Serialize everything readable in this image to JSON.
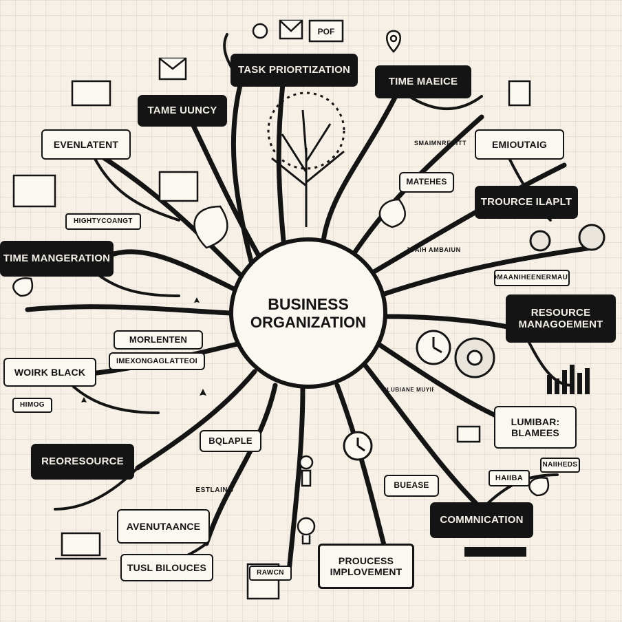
{
  "center": {
    "line1": "BUSINESS",
    "line2": "ORGANIZATION"
  },
  "nodes": {
    "task_priortization": "TASK PRIORTIZATION",
    "time_maeice": "TIME MAEICE",
    "tame_uuncy": "TAME UUNCY",
    "evenlatent": "EVENLATENT",
    "emioutaig": "EMIOUTAIG",
    "smaimnrecitt": "SMAIMNRECITT",
    "matehes": "MATEHES",
    "trource_ilaplt": "TROURCE ILAPLT",
    "hightycoangt": "HIGHTYCOANGT",
    "time_mangeration": "TIME MANGERATION",
    "juaih_ambaiun": "JUAIH AMBAIUN",
    "omaaniheenermaut": "OMAANIHEENERMAUT",
    "resource_management_1": "RESOURCE",
    "resource_management_2": "MANAGOEMENT",
    "morlenten": "MORLENTEN",
    "imexongaglatteol": "IMEXONGAGLATTEOI",
    "work_black": "WOIRK BLACK",
    "clubiane_muyir": "CLUBIANE MUYIR",
    "luminar_blamees_1": "LUMIBAR:",
    "luminar_blamees_2": "BLAMEES",
    "himog": "HIMOG",
    "bqlaple": "BQLAPLE",
    "reoresource": "REORESOURCE",
    "haiiba": "HAIIBA",
    "naiiheds": "NAIIHEDS",
    "estlaing": "ESTLAING",
    "buease": "BUEASE",
    "aventaance": "AVENUTAANCE",
    "communication": "COMMNICATION",
    "tusl_bilouces": "TUSL BILOUCES",
    "rawcn": "RAWCN",
    "process_1": "PROUCESS",
    "process_2": "IMPLOVEMENT",
    "icon_pof": "POF"
  },
  "colors": {
    "ink": "#141414",
    "paper": "#fbf8f1",
    "grid": "#e2d6cf",
    "background": "#f6f0e6"
  }
}
